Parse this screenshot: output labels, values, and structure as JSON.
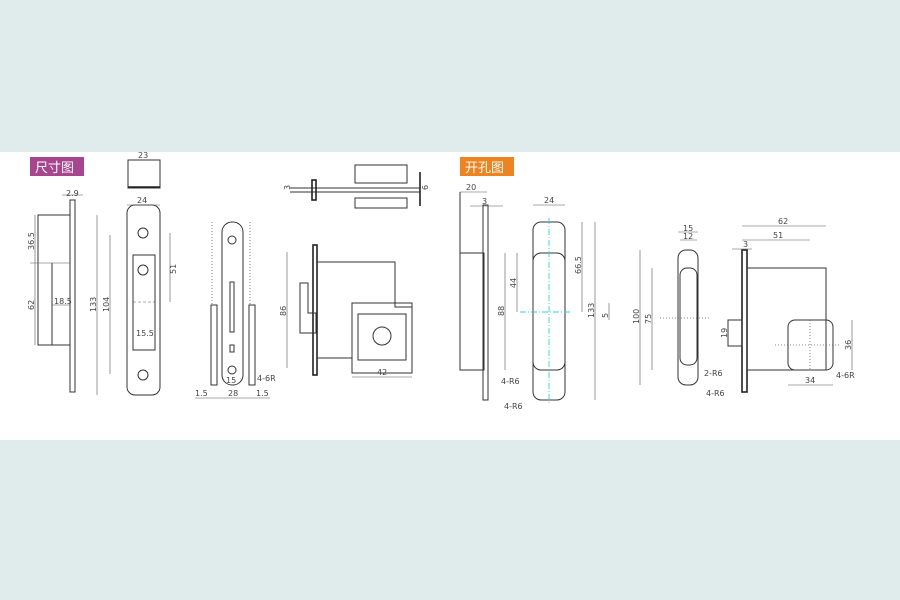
{
  "sections": {
    "dimensions_title": "尺寸图",
    "cutout_title": "开孔图",
    "dimensions_color": "#a9458f",
    "cutout_color": "#ee8420",
    "hatch_color": "#ee2222"
  },
  "dimensions": {
    "top_width": "23",
    "plate_thickness": "2.9",
    "faceplate_width": "24",
    "upper_height": "36.5",
    "body_height": "62",
    "body_depth": "18.5",
    "total_height": "133",
    "screw_spacing": "104",
    "center_offset": "51",
    "slot_width": "15.5",
    "left_gap": "1.5",
    "door_width": "28",
    "right_gap": "1.5",
    "inner_width": "15",
    "radius": "4-6R",
    "top_view_left": "3",
    "top_view_right": "6",
    "case_height": "86",
    "cylinder_width": "42"
  },
  "cutout": {
    "depth": "20",
    "plate": "3",
    "width": "24",
    "offset": "44",
    "height": "88",
    "center": "66.5",
    "total": "133",
    "small": "5",
    "radius_inner": "4-R6",
    "radius_outer": "4-R6",
    "outer_width": "15",
    "inner_width": "12",
    "outer_height": "100",
    "inner_height": "75",
    "radius_2": "2-R6",
    "radius_4": "4-R6",
    "depth_total": "62",
    "depth_body": "51",
    "plate_2": "3",
    "spindle": "19",
    "cyl_height": "36",
    "cyl_width": "34",
    "cyl_radius": "4-6R"
  }
}
